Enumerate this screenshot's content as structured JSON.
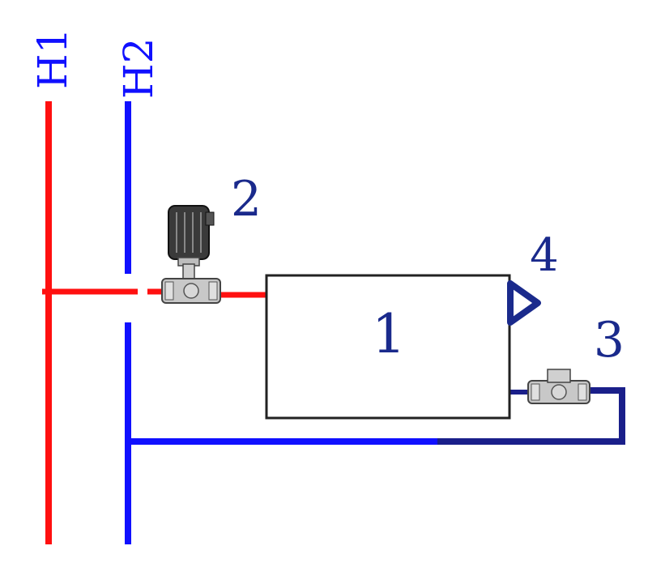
{
  "diagram": {
    "pipes": {
      "supply_label": "H1",
      "return_label": "H2"
    },
    "components": {
      "unit_label": "1",
      "motor_valve_label": "2",
      "return_valve_label": "3",
      "vent_label": "4"
    },
    "colors": {
      "supply": "#ff1010",
      "return": "#1010ff",
      "return_dark": "#1a1f8a",
      "label": "#1a2a8c",
      "outline": "#222222",
      "valve_body": "#c8c8c8",
      "motor": "#3a3a3a"
    }
  }
}
